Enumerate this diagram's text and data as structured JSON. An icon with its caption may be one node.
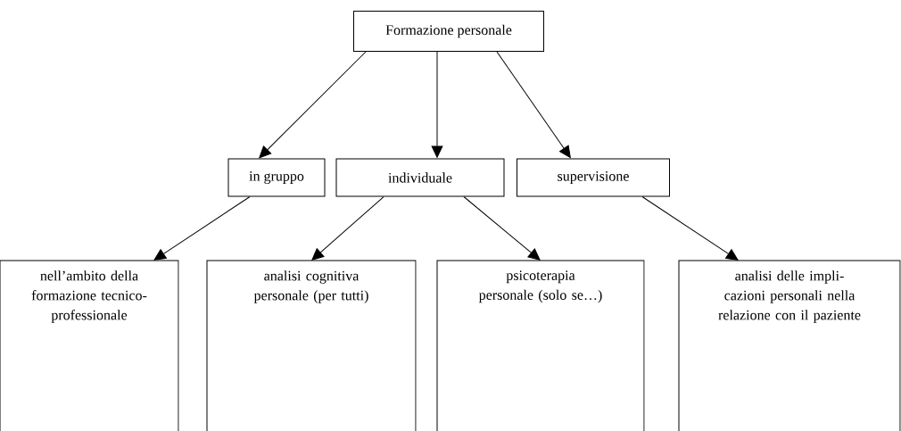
{
  "diagram": {
    "nodes": [
      {
        "text": [
          "Formazione personale"
        ]
      },
      {
        "text": [
          "in gruppo"
        ]
      },
      {
        "text": [
          "individuale"
        ]
      },
      {
        "text": [
          "supervisione"
        ]
      },
      {
        "text": [
          "nell’ambito della formazione tecnico- professionale"
        ]
      },
      {
        "text": [
          "analisi cognitiva personale (per tutti)"
        ]
      },
      {
        "text": [
          "psicoterapia personale (solo se…)"
        ]
      },
      {
        "text": [
          "analisi delle impli- cazioni personali nella relazione con il paziente"
        ]
      }
    ],
    "edges": [
      {
        "from": 0,
        "to": 1,
        "arrow": "to"
      },
      {
        "from": 0,
        "to": 2,
        "arrow": "to"
      },
      {
        "from": 0,
        "to": 3,
        "arrow": "to"
      },
      {
        "from": 1,
        "to": 4,
        "arrow": "to"
      },
      {
        "from": 2,
        "to": 5,
        "arrow": "to"
      },
      {
        "from": 2,
        "to": 6,
        "arrow": "to"
      },
      {
        "from": 3,
        "to": 7,
        "arrow": "to"
      }
    ]
  }
}
